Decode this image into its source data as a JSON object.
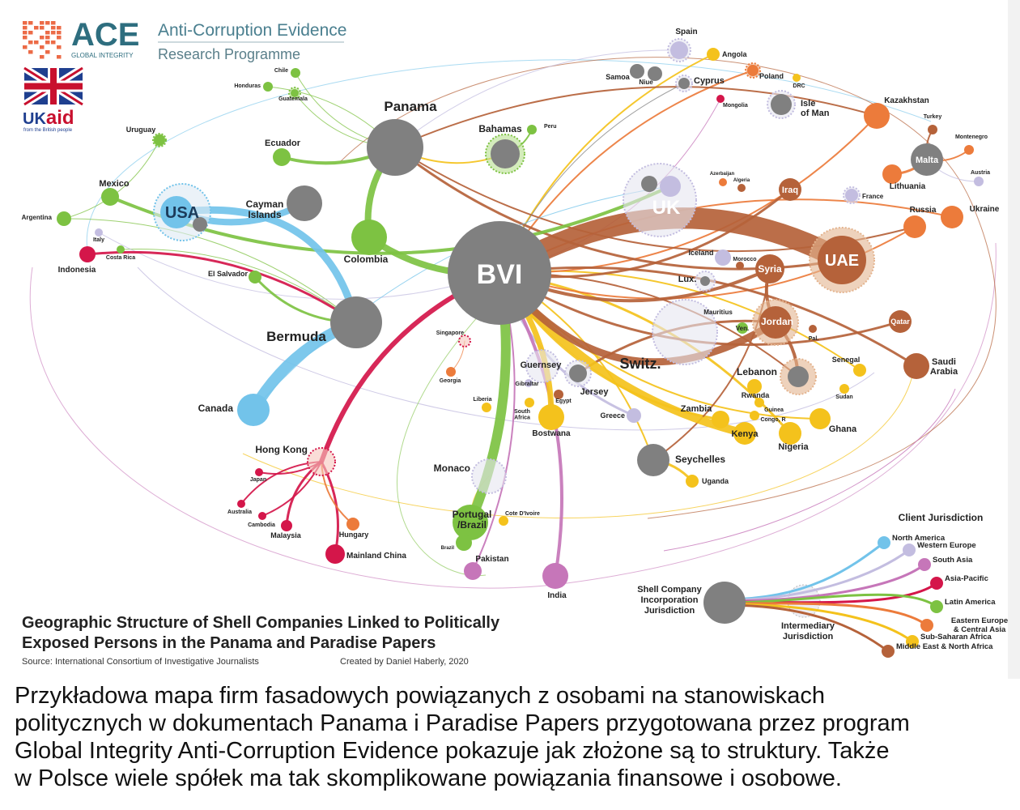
{
  "logo": {
    "ace": "ACE",
    "global_integrity": "GLOBAL INTEGRITY",
    "programme_line1": "Anti-Corruption Evidence",
    "programme_line2": "Research Programme",
    "ukaid_uk": "UK",
    "ukaid_aid": "aid",
    "ukaid_tagline": "from the British people"
  },
  "title": {
    "line1": "Geographic Structure of Shell Companies Linked to Politically",
    "line2": "Exposed Persons in the Panama and Paradise Papers",
    "source": "Source: International Consortium of Investigative Journalists",
    "credit": "Created by Daniel Haberly, 2020"
  },
  "colors": {
    "green": "#7dc242",
    "gray": "#808080",
    "blue": "#72c3ea",
    "lavender": "#c3bde0",
    "red": "#d4164a",
    "orange": "#ec7b3b",
    "brown": "#b5623a",
    "yellow": "#f4c21c",
    "pink": "#c676b9",
    "tan": "#e4b48f",
    "pinklight": "#f6c6bd"
  },
  "nodes": [
    {
      "id": "BVI",
      "label": "BVI",
      "color": "gray"
    },
    {
      "id": "Panama",
      "label": "Panama",
      "color": "gray"
    },
    {
      "id": "Bahamas",
      "label": "Bahamas",
      "color": "gray"
    },
    {
      "id": "Peru",
      "label": "Peru",
      "color": "green"
    },
    {
      "id": "Ecuador",
      "label": "Ecuador",
      "color": "green"
    },
    {
      "id": "Uruguay",
      "label": "Uruguay",
      "color": "green"
    },
    {
      "id": "Chile",
      "label": "Chile",
      "color": "green"
    },
    {
      "id": "Honduras",
      "label": "Honduras",
      "color": "green"
    },
    {
      "id": "Guatemala",
      "label": "Guatemala",
      "color": "green"
    },
    {
      "id": "Mexico",
      "label": "Mexico",
      "color": "green"
    },
    {
      "id": "Argentina",
      "label": "Argentina",
      "color": "green"
    },
    {
      "id": "USA",
      "label": "USA",
      "color": "blue"
    },
    {
      "id": "USAsub",
      "label": "",
      "color": "gray"
    },
    {
      "id": "Cayman",
      "label": "Cayman|Islands",
      "color": "gray"
    },
    {
      "id": "Italy",
      "label": "Italy",
      "color": "lavender"
    },
    {
      "id": "CostaRica",
      "label": "Costa Rica",
      "color": "green"
    },
    {
      "id": "Indonesia",
      "label": "Indonesia",
      "color": "red"
    },
    {
      "id": "Colombia",
      "label": "Colombia",
      "color": "green"
    },
    {
      "id": "ElSalvador",
      "label": "El Salvador",
      "color": "green"
    },
    {
      "id": "Bermuda",
      "label": "Bermuda",
      "color": "gray"
    },
    {
      "id": "Canada",
      "label": "Canada",
      "color": "blue"
    },
    {
      "id": "HongKong",
      "label": "Hong Kong",
      "color": "pinklight"
    },
    {
      "id": "Japan",
      "label": "Japan",
      "color": "red"
    },
    {
      "id": "Australia",
      "label": "Australia",
      "color": "red"
    },
    {
      "id": "Cambodia",
      "label": "Cambodia",
      "color": "red"
    },
    {
      "id": "Malaysia",
      "label": "Malaysia",
      "color": "red"
    },
    {
      "id": "Hungary",
      "label": "Hungary",
      "color": "orange"
    },
    {
      "id": "MainlandChina",
      "label": "Mainland China",
      "color": "red"
    },
    {
      "id": "Monaco",
      "label": "Monaco",
      "color": "lavender"
    },
    {
      "id": "Portugal",
      "label": "Portugal|/Brazil",
      "color": "green"
    },
    {
      "id": "Brazil",
      "label": "Brazil",
      "color": "green"
    },
    {
      "id": "CoteDIvoire",
      "label": "Cote D'Ivoire",
      "color": "yellow"
    },
    {
      "id": "Pakistan",
      "label": "Pakistan",
      "color": "pink"
    },
    {
      "id": "India",
      "label": "India",
      "color": "pink"
    },
    {
      "id": "Singapore",
      "label": "Singapore",
      "color": "pinklight"
    },
    {
      "id": "Georgia",
      "label": "Georgia",
      "color": "orange"
    },
    {
      "id": "Liberia",
      "label": "Liberia",
      "color": "yellow"
    },
    {
      "id": "Gibraltar",
      "label": "Gibraltar",
      "color": "lavender"
    },
    {
      "id": "SouthAfrica",
      "label": "South|Africa",
      "color": "yellow"
    },
    {
      "id": "Bostwana",
      "label": "Bostwana",
      "color": "yellow"
    },
    {
      "id": "Egypt",
      "label": "Egypt",
      "color": "brown"
    },
    {
      "id": "Guernsey",
      "label": "Guernsey",
      "color": "lavender"
    },
    {
      "id": "Jersey",
      "label": "Jersey",
      "color": "gray"
    },
    {
      "id": "Greece",
      "label": "Greece",
      "color": "lavender"
    },
    {
      "id": "Switz",
      "label": "Switz.",
      "color": "lavender"
    },
    {
      "id": "Zambia",
      "label": "Zambia",
      "color": "yellow"
    },
    {
      "id": "Kenya",
      "label": "Kenya",
      "color": "yellow"
    },
    {
      "id": "Rwanda",
      "label": "Rwanda",
      "color": "yellow"
    },
    {
      "id": "Guinea",
      "label": "Guinea",
      "color": "yellow"
    },
    {
      "id": "Congo",
      "label": "Congo, R",
      "color": "yellow"
    },
    {
      "id": "Nigeria",
      "label": "Nigeria",
      "color": "yellow"
    },
    {
      "id": "Lebanon",
      "label": "Lebanon",
      "color": "gray"
    },
    {
      "id": "Ghana",
      "label": "Ghana",
      "color": "yellow"
    },
    {
      "id": "Senegal",
      "label": "Senegal",
      "color": "yellow"
    },
    {
      "id": "Sudan",
      "label": "Sudan",
      "color": "yellow"
    },
    {
      "id": "Seychelles",
      "label": "Seychelles",
      "color": "gray"
    },
    {
      "id": "Uganda",
      "label": "Uganda",
      "color": "yellow"
    },
    {
      "id": "Mauritius",
      "label": "Mauritius",
      "color": "lavender"
    },
    {
      "id": "Ven",
      "label": "Ven.",
      "color": "green"
    },
    {
      "id": "Jordan",
      "label": "Jordan",
      "color": "brown"
    },
    {
      "id": "Pal",
      "label": "Pal.",
      "color": "brown"
    },
    {
      "id": "Iceland",
      "label": "Iceland",
      "color": "lavender"
    },
    {
      "id": "Morocco",
      "label": "Morocco",
      "color": "brown"
    },
    {
      "id": "Syria",
      "label": "Syria",
      "color": "brown"
    },
    {
      "id": "Lux",
      "label": "Lux.",
      "color": "gray"
    },
    {
      "id": "UK",
      "label": "UK",
      "color": "lavender"
    },
    {
      "id": "UKgray",
      "label": "",
      "color": "gray"
    },
    {
      "id": "Azerbaijan",
      "label": "Azerbaijan",
      "color": "orange"
    },
    {
      "id": "Algeria",
      "label": "Algeria",
      "color": "brown"
    },
    {
      "id": "Iraq",
      "label": "Iraq",
      "color": "brown"
    },
    {
      "id": "France",
      "label": "France",
      "color": "lavender"
    },
    {
      "id": "UAE",
      "label": "UAE",
      "color": "brown"
    },
    {
      "id": "Qatar",
      "label": "Qatar",
      "color": "brown"
    },
    {
      "id": "SaudiArabia",
      "label": "Saudi|Arabia",
      "color": "brown"
    },
    {
      "id": "Kazakhstan",
      "label": "Kazakhstan",
      "color": "orange"
    },
    {
      "id": "Turkey",
      "label": "Turkey",
      "color": "brown"
    },
    {
      "id": "Montenegro",
      "label": "Montenegro",
      "color": "orange"
    },
    {
      "id": "Malta",
      "label": "Malta",
      "color": "gray"
    },
    {
      "id": "Lithuania",
      "label": "Lithuania",
      "color": "orange"
    },
    {
      "id": "Austria",
      "label": "Austria",
      "color": "lavender"
    },
    {
      "id": "Russia",
      "label": "Russia",
      "color": "orange"
    },
    {
      "id": "Ukraine",
      "label": "Ukraine",
      "color": "orange"
    },
    {
      "id": "Spain",
      "label": "Spain",
      "color": "lavender"
    },
    {
      "id": "Angola",
      "label": "Angola",
      "color": "yellow"
    },
    {
      "id": "Samoa",
      "label": "Samoa",
      "color": "gray"
    },
    {
      "id": "Niue",
      "label": "Niue",
      "color": "gray"
    },
    {
      "id": "Cyprus",
      "label": "Cyprus",
      "color": "gray"
    },
    {
      "id": "Poland",
      "label": "Poland",
      "color": "orange"
    },
    {
      "id": "DRC",
      "label": "DRC",
      "color": "yellow"
    },
    {
      "id": "Mongolia",
      "label": "Mongolia",
      "color": "red"
    },
    {
      "id": "IsleOfMan",
      "label": "Isle|of Man",
      "color": "gray"
    }
  ],
  "edges": [
    [
      "BVI",
      "Seychelles",
      "yellow",
      2
    ],
    [
      "BVI",
      "Ghana",
      "yellow",
      2
    ],
    [
      "BVI",
      "Nigeria",
      "yellow",
      3
    ],
    [
      "BVI",
      "Zambia",
      "yellow",
      3
    ],
    [
      "BVI",
      "Angola",
      "yellow",
      2
    ],
    [
      "Panama",
      "Bahamas",
      "yellow",
      2
    ],
    [
      "BVI",
      "Senegal",
      "yellow",
      2
    ],
    [
      "BVI",
      "Russia",
      "orange",
      2
    ],
    [
      "BVI",
      "Ukraine",
      "orange",
      2
    ],
    [
      "BVI",
      "Kazakhstan",
      "orange",
      2
    ],
    [
      "BVI",
      "Poland",
      "orange",
      2
    ],
    [
      "Panama",
      "Russia",
      "brown",
      2
    ],
    [
      "Panama",
      "Kazakhstan",
      "brown",
      2
    ],
    [
      "Panama",
      "UAE",
      "brown",
      3
    ],
    [
      "Panama",
      "Spain",
      "lavender",
      1
    ],
    [
      "BVI",
      "Qatar",
      "brown",
      3
    ],
    [
      "BVI",
      "SaudiArabia",
      "brown",
      3
    ],
    [
      "BVI",
      "Iraq",
      "brown",
      3
    ],
    [
      "BVI",
      "Lebanon",
      "brown",
      2
    ],
    [
      "BVI",
      "Mongolia",
      "pink",
      1
    ],
    [
      "BVI",
      "Cyprus",
      "gray",
      1
    ],
    [
      "BVI",
      "Greece",
      "lavender",
      3
    ],
    [
      "BVI",
      "Pakistan",
      "pink",
      2
    ],
    [
      "Argentina",
      "Uruguay",
      "green",
      1
    ],
    [
      "Argentina",
      "Bermuda",
      "green",
      1
    ],
    [
      "Chile",
      "Panama",
      "green",
      1
    ],
    [
      "Honduras",
      "Panama",
      "green",
      1
    ],
    [
      "Guatemala",
      "Panama",
      "green",
      1
    ],
    [
      "CostaRica",
      "Bermuda",
      "green",
      1
    ],
    [
      "Italy",
      "BVI",
      "lavender",
      1
    ],
    [
      "Canada",
      "UK",
      "blue",
      1
    ],
    [
      "Monaco",
      "Portugal",
      "yellow",
      1
    ],
    [
      "Portugal",
      "Brazil",
      "green",
      4
    ],
    [
      "Bahamas",
      "Peru",
      "green",
      2
    ],
    [
      "Malta",
      "Turkey",
      "brown",
      2
    ],
    [
      "Malta",
      "Montenegro",
      "orange",
      2
    ],
    [
      "Malta",
      "Lithuania",
      "orange",
      3
    ],
    [
      "Malta",
      "Austria",
      "lavender",
      1
    ],
    [
      "Seychelles",
      "Uganda",
      "yellow",
      3
    ],
    [
      "Seychelles",
      "Syria",
      "brown",
      2
    ],
    [
      "Jersey",
      "Jordan",
      "brown",
      3
    ],
    [
      "Syria",
      "Jordan",
      "brown",
      4
    ],
    [
      "Jordan",
      "Lebanon",
      "brown",
      4
    ],
    [
      "BVI",
      "Syria",
      "brown",
      4
    ],
    [
      "Indonesia",
      "Bermuda",
      "red",
      3
    ],
    [
      "ElSalvador",
      "Bermuda",
      "green",
      3
    ],
    [
      "HongKong",
      "Japan",
      "red",
      2
    ],
    [
      "HongKong",
      "Australia",
      "red",
      2
    ],
    [
      "HongKong",
      "Cambodia",
      "red",
      2
    ],
    [
      "HongKong",
      "Malaysia",
      "red",
      3
    ],
    [
      "HongKong",
      "MainlandChina",
      "red",
      3
    ],
    [
      "HongKong",
      "Hungary",
      "orange",
      2
    ],
    [
      "Singapore",
      "Georgia",
      "orange",
      1
    ],
    [
      "Mexico",
      "UK",
      "green",
      4
    ],
    [
      "Panama",
      "Ecuador",
      "green",
      4
    ],
    [
      "Panama",
      "Colombia",
      "green",
      8
    ],
    [
      "BVI",
      "Colombia",
      "green",
      8
    ],
    [
      "USA",
      "Cayman",
      "blue",
      8
    ],
    [
      "USA",
      "Bermuda",
      "blue",
      9
    ],
    [
      "Bermuda",
      "Canada",
      "blue",
      14
    ],
    [
      "BVI",
      "India",
      "pink",
      4
    ],
    [
      "BVI",
      "HongKong",
      "red",
      6
    ],
    [
      "BVI",
      "Bostwana",
      "yellow",
      7
    ],
    [
      "BVI",
      "Kenya",
      "yellow",
      10
    ],
    [
      "BVI",
      "Portugal",
      "green",
      12
    ],
    [
      "BVI",
      "Jordan",
      "brown",
      9
    ],
    [
      "BVI",
      "UAE",
      "brown",
      26
    ]
  ],
  "legend": {
    "client_title": "Client Jurisdiction",
    "shell_label": "Shell Company|Incorporation|Jurisdiction",
    "intermediary_label": "Intermediary|Jurisdiction",
    "items": [
      {
        "label": "North America",
        "color": "blue"
      },
      {
        "label": "Western Europe",
        "color": "lavender"
      },
      {
        "label": "South Asia",
        "color": "pink"
      },
      {
        "label": "Asia-Pacific",
        "color": "red"
      },
      {
        "label": "Latin America",
        "color": "green"
      },
      {
        "label": "Eastern Europe|& Central Asia",
        "color": "orange"
      },
      {
        "label": "Sub-Saharan Africa",
        "color": "yellow"
      },
      {
        "label": "Middle East & North Africa",
        "color": "brown"
      }
    ]
  },
  "caption": [
    "Przykładowa mapa firm fasadowych powiązanych z osobami na stanowiskach",
    "politycznych w dokumentach Panama i Paradise Papers przygotowana przez program",
    "Global Integrity Anti-Corruption Evidence pokazuje jak złożone są to struktury. Także",
    "w Polsce wiele spółek ma tak skomplikowane powiązania finansowe i osobowe."
  ]
}
